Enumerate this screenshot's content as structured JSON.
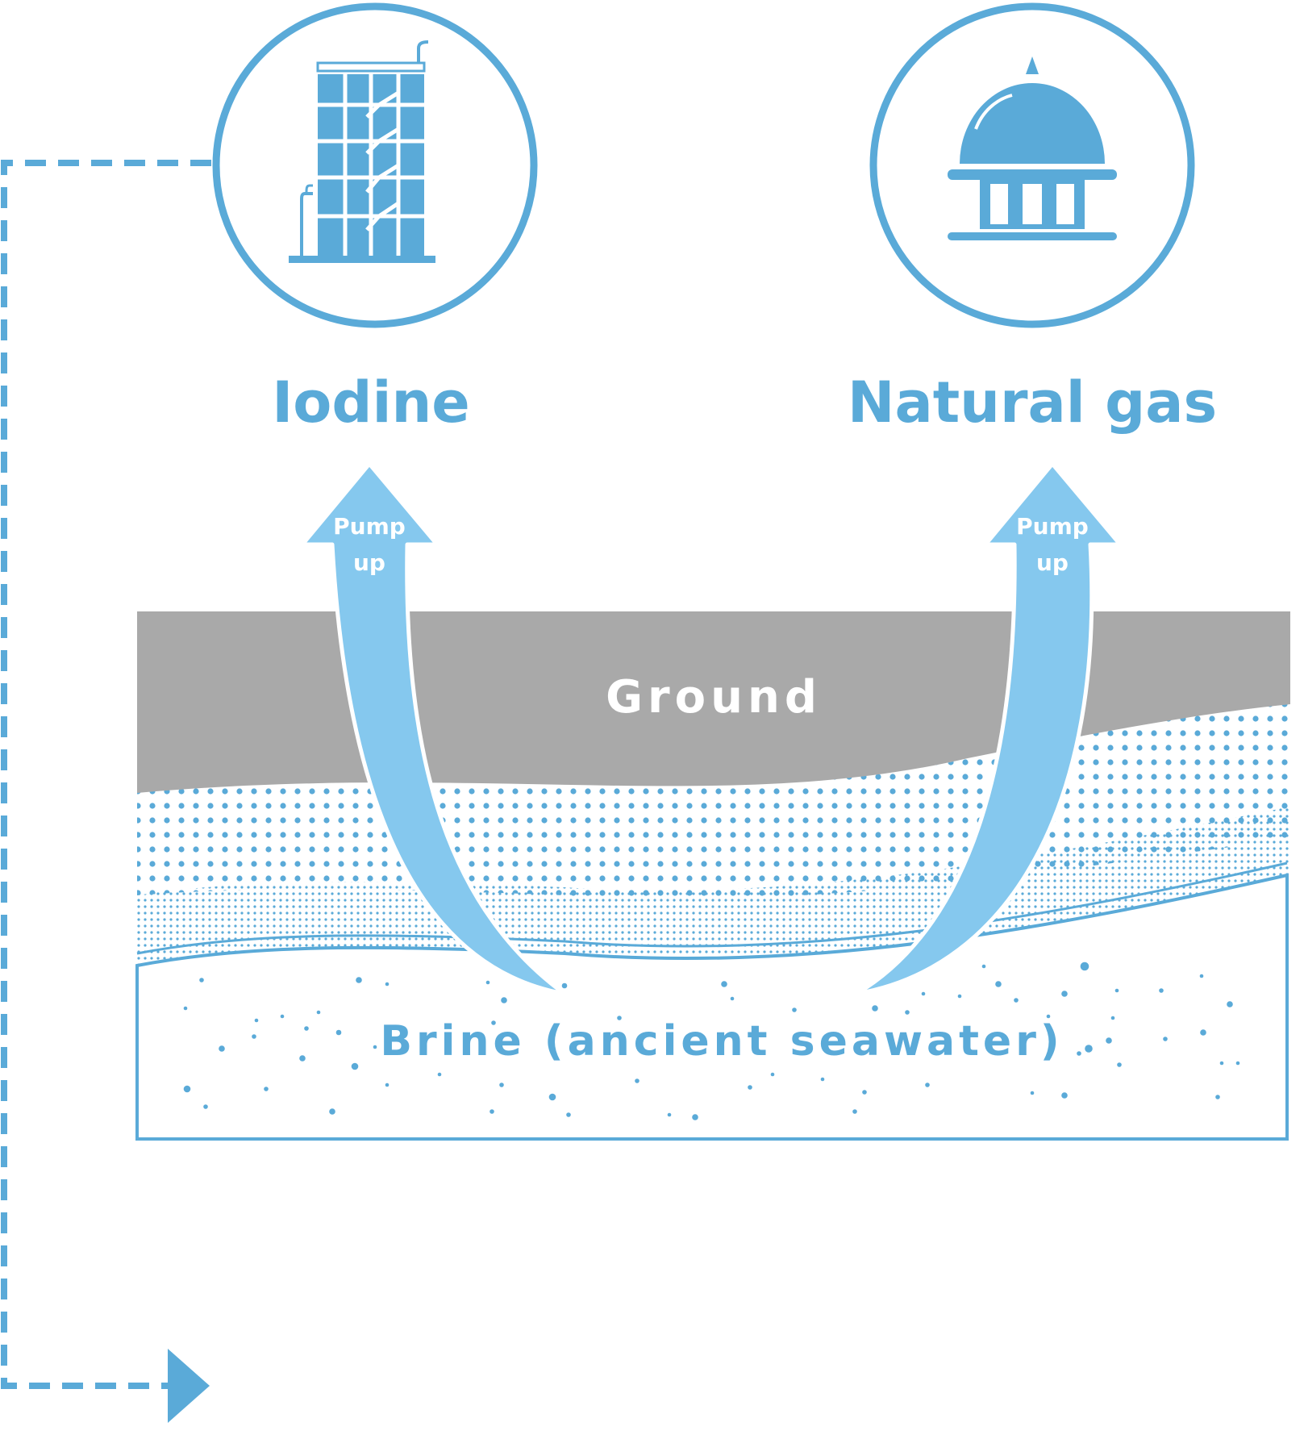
{
  "products": [
    {
      "label": "Iodine",
      "icon": "iodine-plant-icon"
    },
    {
      "label": "Natural gas",
      "icon": "gas-holder-icon"
    }
  ],
  "arrows": [
    {
      "line1": "Pump",
      "line2": "up"
    },
    {
      "line1": "Pump",
      "line2": "up"
    }
  ],
  "layers": {
    "ground": "Ground",
    "brine": "Brine (ancient seawater)"
  },
  "colors": {
    "accent": "#5aaad8",
    "arrow": "#85c8ee",
    "ground": "#a9a9a9",
    "background": "#ffffff"
  }
}
